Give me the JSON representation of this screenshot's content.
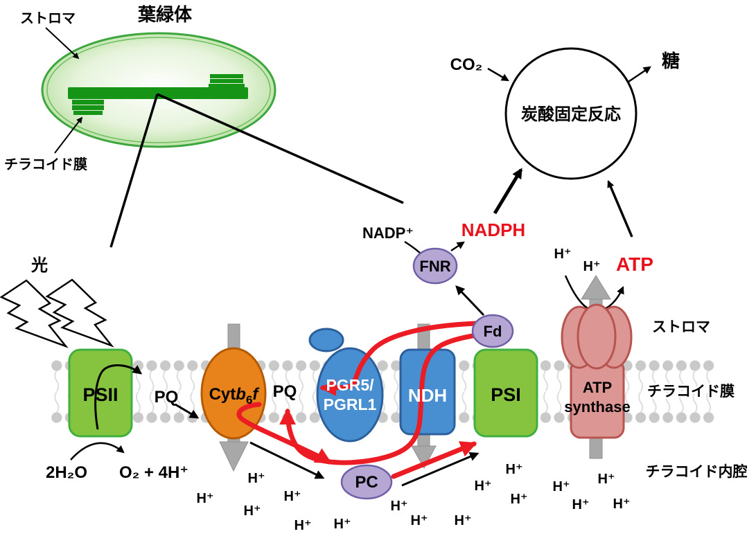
{
  "chloroplast": {
    "title": "葉緑体",
    "stroma": "ストロマ",
    "thylakoid_membrane": "チラコイド膜"
  },
  "carbon_fixation": {
    "label": "炭酸固定反応",
    "input": "CO₂",
    "output": "糖"
  },
  "light": "光",
  "cofactors": {
    "nadp": "NADP⁺",
    "nadph": "NADPH",
    "fnr": "FNR",
    "fd": "Fd",
    "atp": "ATP",
    "h_plus": "H⁺",
    "pq": "PQ",
    "pc": "PC"
  },
  "water": {
    "reactant": "2H₂O",
    "product": "O₂ + 4H⁺"
  },
  "proteins": {
    "psii": "PSII",
    "cytb6f": {
      "cyt": "Cyt",
      "b": "b",
      "sub": "6",
      "f": "f"
    },
    "pgr5_line1": "PGR5/",
    "pgr5_line2": "PGRL1",
    "ndh": "NDH",
    "psi": "PSI",
    "atp_synthase_line1": "ATP",
    "atp_synthase_line2": "synthase"
  },
  "regions": {
    "stroma": "ストロマ",
    "thylakoid_membrane": "チラコイド膜",
    "lumen": "チラコイド内腔"
  },
  "colors": {
    "photosystem_green": "#86C440",
    "complex_orange": "#E8821A",
    "complex_blue": "#478FD0",
    "carrier_purple": "#B5A6D4",
    "atp_synthase_pink": "#DC9694",
    "arrow_red": "#EC1C24",
    "arrow_gray": "#A8A8A8",
    "highlight_red_text": "#E8121C",
    "thylakoid_green": "#169416"
  }
}
